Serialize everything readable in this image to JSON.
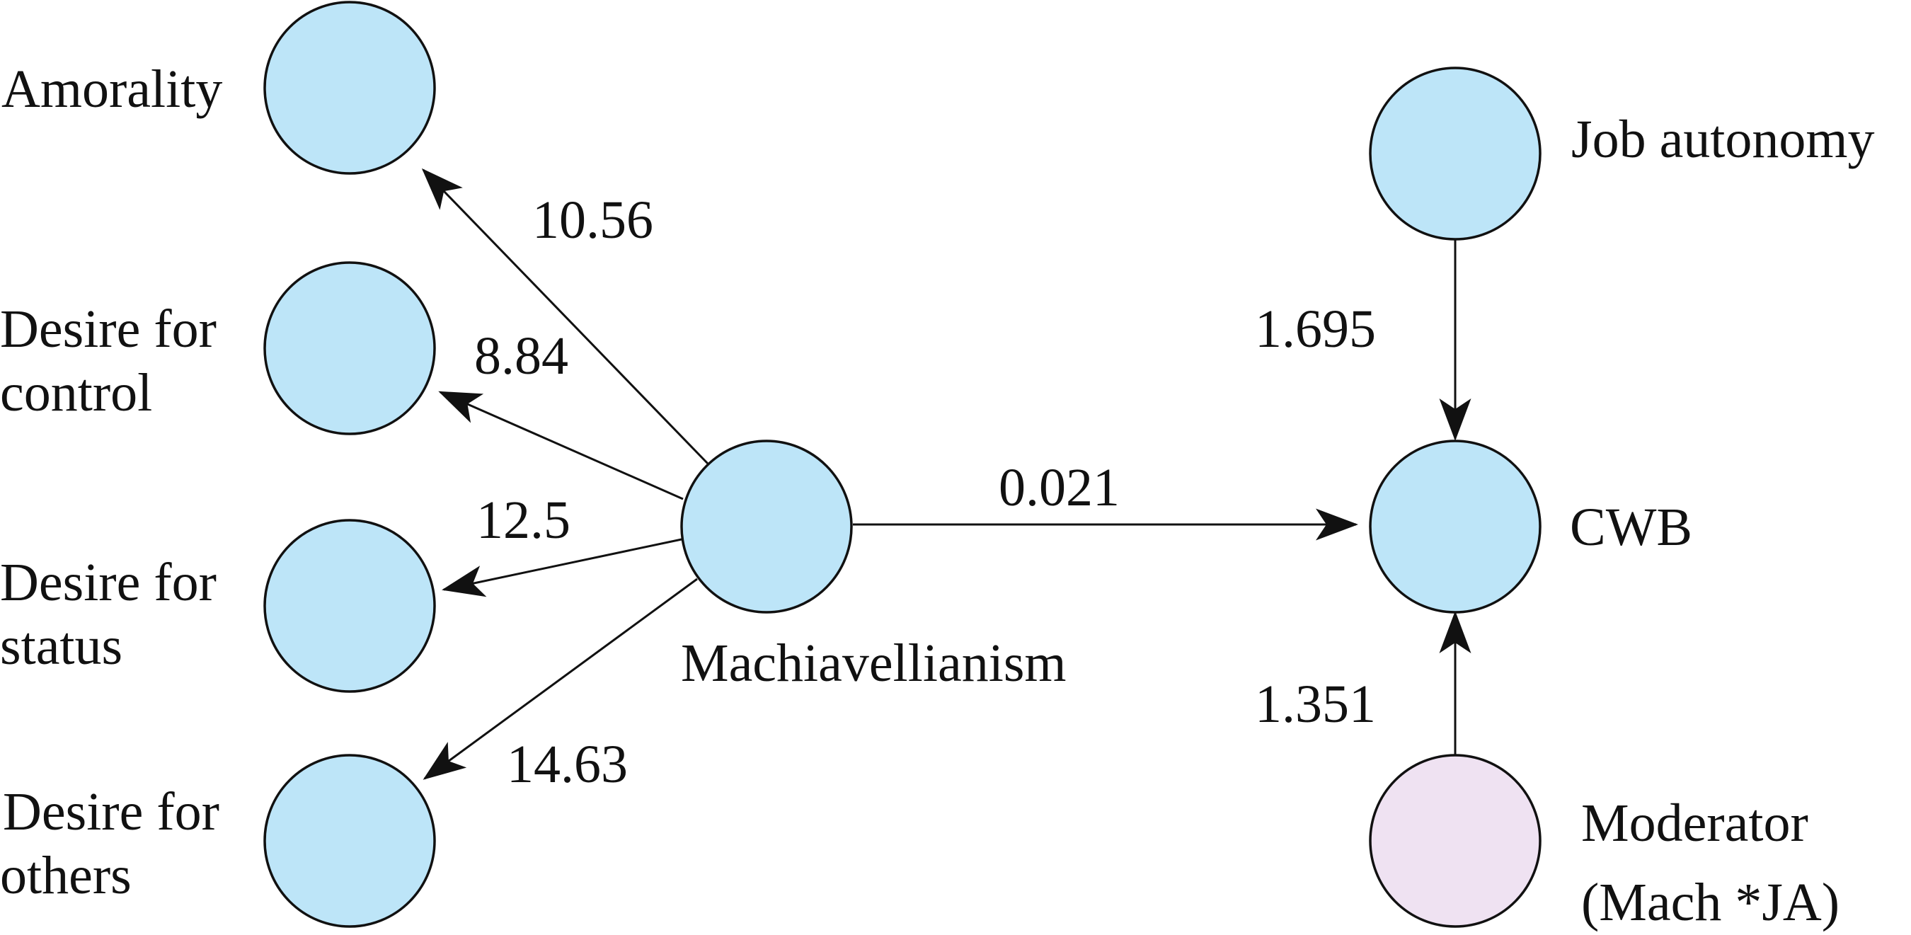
{
  "diagram": {
    "type": "path-model",
    "colors": {
      "node_fill": "#bde5f8",
      "moderator_fill": "#efe2f2",
      "stroke": "#111111",
      "background": "#ffffff"
    },
    "nodes": [
      {
        "id": "amorality",
        "label_lines": [
          "Amorality"
        ]
      },
      {
        "id": "desire_control",
        "label_lines": [
          "Desire for",
          "control"
        ]
      },
      {
        "id": "desire_status",
        "label_lines": [
          "Desire for",
          "status"
        ]
      },
      {
        "id": "desire_others",
        "label_lines": [
          "Desire for",
          "others"
        ]
      },
      {
        "id": "mach",
        "label_lines": [
          "Machiavellianism"
        ]
      },
      {
        "id": "job_autonomy",
        "label_lines": [
          "Job autonomy"
        ]
      },
      {
        "id": "cwb",
        "label_lines": [
          "CWB"
        ]
      },
      {
        "id": "moderator",
        "label_lines": [
          "Moderator",
          "(Mach *JA)"
        ]
      }
    ],
    "edges": [
      {
        "from": "mach",
        "to": "amorality",
        "label": "10.56"
      },
      {
        "from": "mach",
        "to": "desire_control",
        "label": "8.84"
      },
      {
        "from": "mach",
        "to": "desire_status",
        "label": "12.5"
      },
      {
        "from": "mach",
        "to": "desire_others",
        "label": "14.63"
      },
      {
        "from": "mach",
        "to": "cwb",
        "label": "0.021"
      },
      {
        "from": "job_autonomy",
        "to": "cwb",
        "label": "1.695"
      },
      {
        "from": "moderator",
        "to": "cwb",
        "label": "1.351"
      }
    ]
  }
}
